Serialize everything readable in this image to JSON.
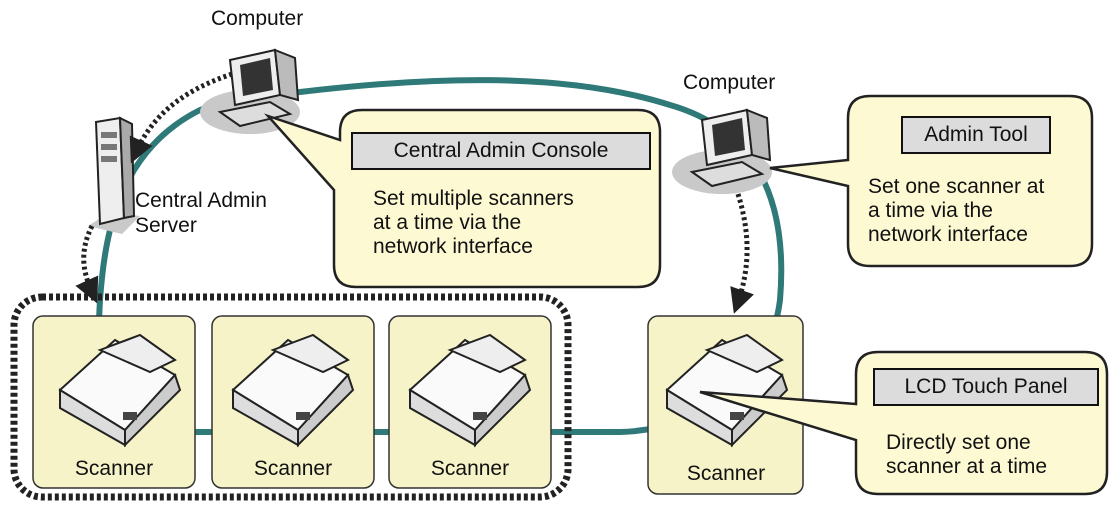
{
  "computer_top": {
    "label": "Computer"
  },
  "computer_right": {
    "label": "Computer"
  },
  "server": {
    "label": "Central Admin\nServer"
  },
  "central_console": {
    "title": "Central Admin Console",
    "text": "Set multiple scanners\nat a time via the\nnetwork interface"
  },
  "admin_tool": {
    "title": "Admin Tool",
    "text": "Set one scanner at\na time via the\nnetwork interface"
  },
  "lcd_panel": {
    "title": "LCD Touch Panel",
    "text": "Directly set one\nscanner at a time"
  },
  "scanners": [
    "Scanner",
    "Scanner",
    "Scanner",
    "Scanner"
  ],
  "colors": {
    "network_line": "#2f7a78",
    "callout_fill": "#fdf9d3",
    "scanner_panel": "#f7f3c8",
    "title_box": "#dcdcdc"
  }
}
